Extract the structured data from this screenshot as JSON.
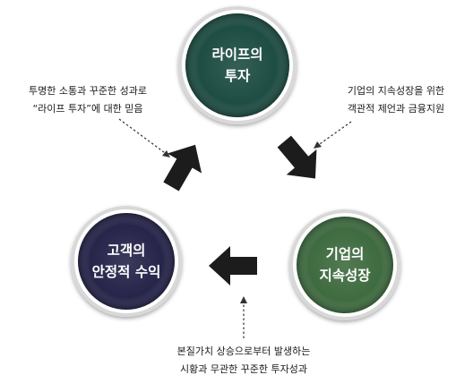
{
  "nodes": {
    "top": {
      "line1": "라이프의",
      "line2": "투자"
    },
    "right": {
      "line1": "기업의",
      "line2": "지속성장"
    },
    "left": {
      "line1": "고객의",
      "line2": "안정적 수익"
    }
  },
  "notes": {
    "top_left": {
      "line1": "투명한 소통과 꾸준한 성과로",
      "line2": "“라이프 투자”에 대한 믿음"
    },
    "top_right": {
      "line1": "기업의 지속성장을 위한",
      "line2": "객관적 제언과 금융지원"
    },
    "bottom": {
      "line1": "본질가치 상승으로부터 발생하는",
      "line2": "시황과 무관한 꾸준한 투자성과"
    }
  },
  "colors": {
    "top_node": "#1e4d43",
    "right_node": "#3f6b40",
    "left_node": "#26254a",
    "node_ring": "#d8d8d8",
    "arrow": "#1c1c1c"
  }
}
